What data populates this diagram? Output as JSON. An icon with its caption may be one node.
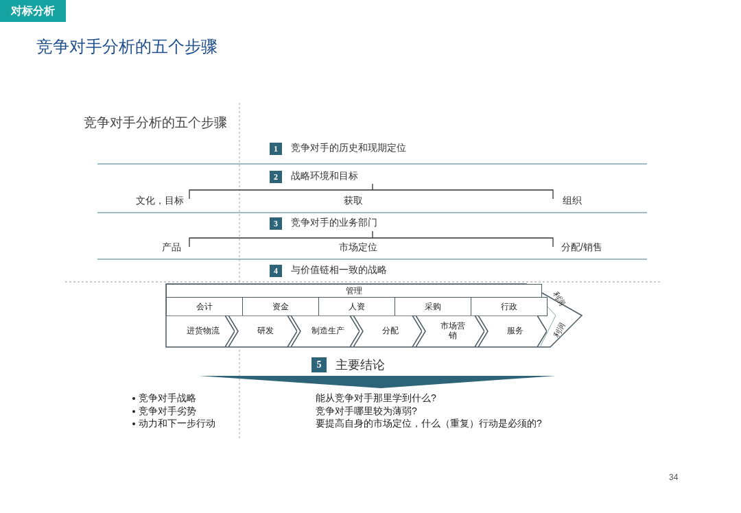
{
  "diagram": {
    "title": "竞争对手分析的五个步骤",
    "nodes": [
      {
        "text": [
          "对标分析"
        ]
      },
      {
        "text": [
          "1"
        ],
        "beside": [
          "竞争对手的历史和现期定位"
        ]
      },
      {
        "text": [
          "2"
        ],
        "beside": [
          "战略环境和目标"
        ]
      },
      {
        "text": [
          "3"
        ],
        "beside": [
          "竞争对手的业务部门"
        ]
      },
      {
        "text": [
          "4"
        ],
        "beside": [
          "与价值链相一致的战略"
        ]
      },
      {
        "text": [
          "利润",
          "利润"
        ]
      },
      {
        "text": [
          "管理"
        ],
        "in": 5
      },
      {
        "text": [
          "会计"
        ],
        "in": 5
      },
      {
        "text": [
          "资金"
        ],
        "in": 5
      },
      {
        "text": [
          "人资"
        ],
        "in": 5
      },
      {
        "text": [
          "采购"
        ],
        "in": 5
      },
      {
        "text": [
          "行政"
        ],
        "in": 5
      },
      {
        "text": [
          "进货物流"
        ],
        "in": 5
      },
      {
        "text": [
          "研发"
        ],
        "in": 5
      },
      {
        "text": [
          "制造生产"
        ],
        "in": 5
      },
      {
        "text": [
          "分配"
        ],
        "in": 5
      },
      {
        "text": [
          "市场营销"
        ],
        "in": 5
      },
      {
        "text": [
          "服务"
        ],
        "in": 5
      },
      {
        "text": [
          "5"
        ],
        "beside": [
          "主要结论"
        ]
      },
      {
        "text": [],
        "shape": "bar"
      }
    ],
    "labels": [
      "竞争对手分析的五个步骤",
      "文化，目标",
      "获取",
      "组织",
      "产品",
      "市场定位",
      "分配/销售",
      "竞争对手战略",
      "竞争对手劣势",
      "动力和下一步行动",
      "能从竞争对手那里学到什么?",
      "竞争对手哪里较为薄弱?",
      "要提高自身的市场定位，什么（重复）行动是必须的?",
      "34"
    ]
  }
}
